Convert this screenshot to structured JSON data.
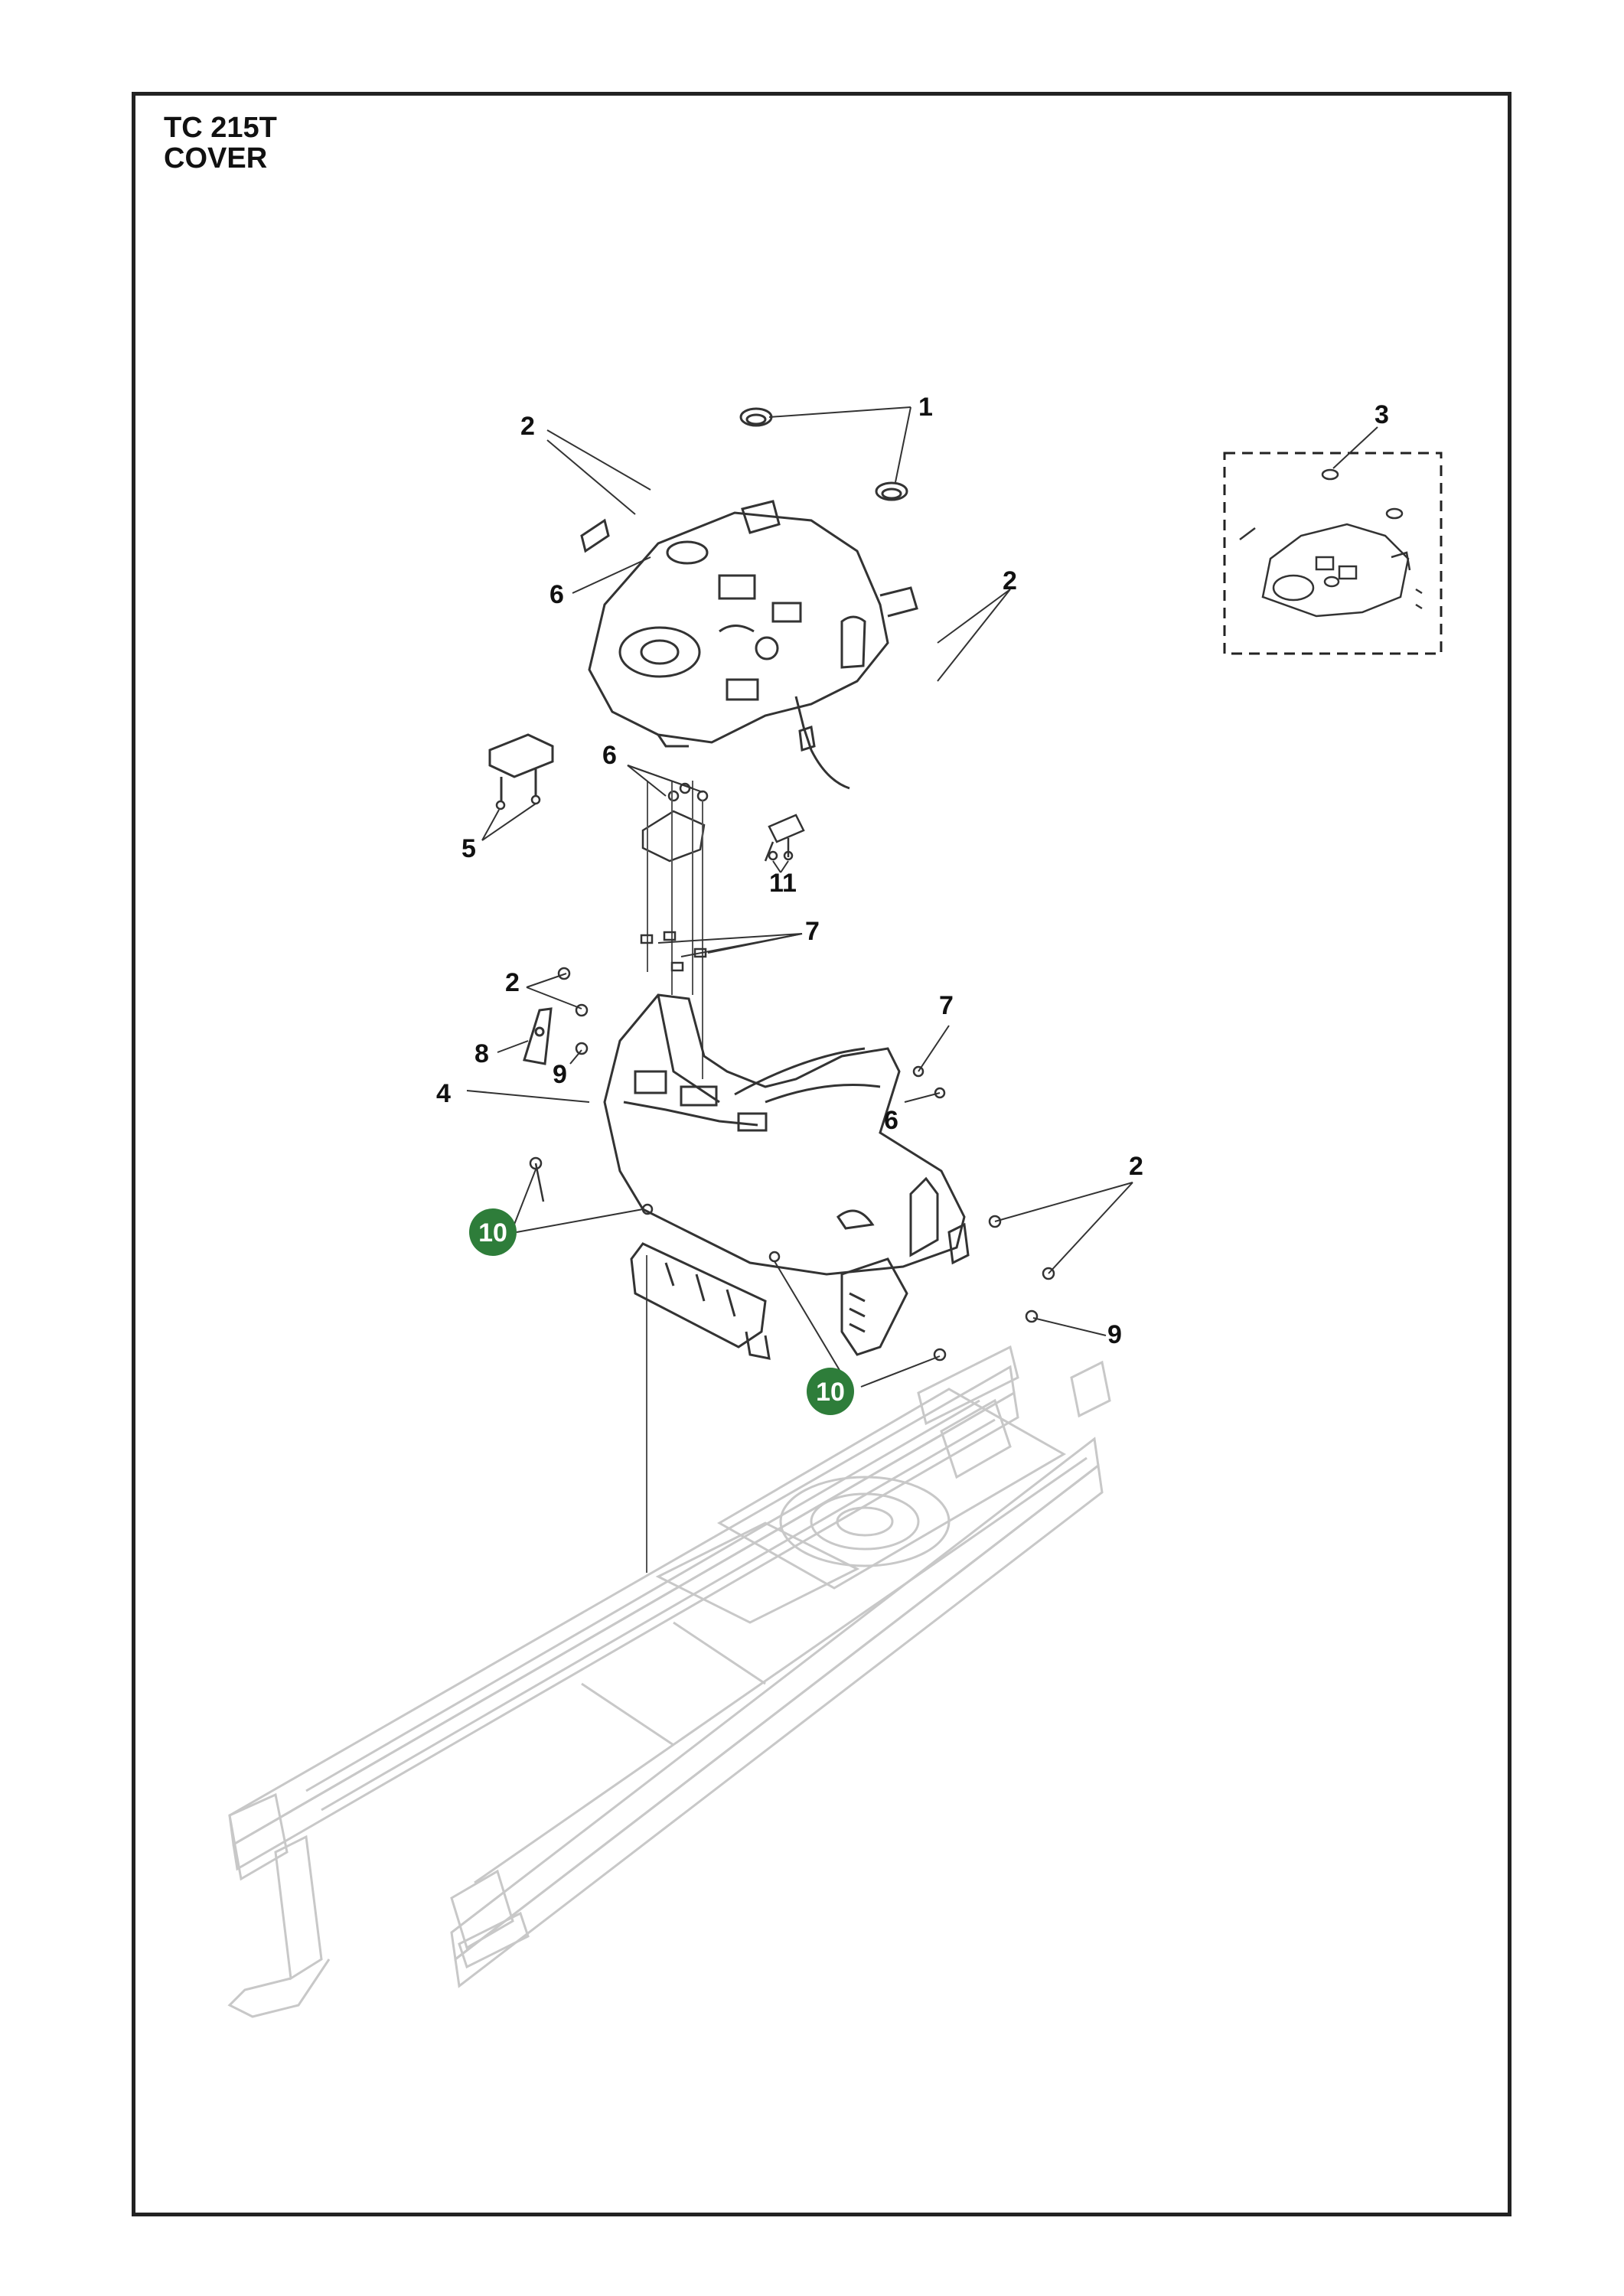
{
  "header": {
    "model": "TC 215T",
    "section": "COVER"
  },
  "callouts": {
    "c1": "1",
    "c2a": "2",
    "c2b": "2",
    "c2c": "2",
    "c2d": "2",
    "c3": "3",
    "c4": "4",
    "c5": "5",
    "c6a": "6",
    "c6b": "6",
    "c6c": "6",
    "c7a": "7",
    "c7b": "7",
    "c8": "8",
    "c9a": "9",
    "c9b": "9",
    "c11": "11",
    "c10a": "10",
    "c10b": "10"
  },
  "colors": {
    "badge": "#2e7d3a",
    "frame": "#222222",
    "parts": "#333333",
    "chassis": "#c8c8c8"
  }
}
